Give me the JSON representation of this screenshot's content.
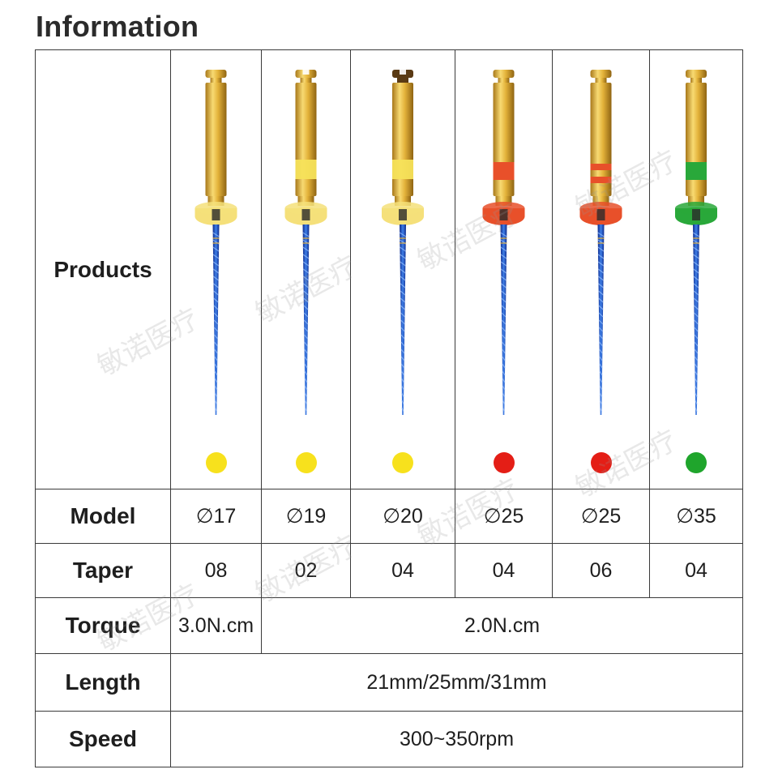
{
  "title": "Information",
  "labels": {
    "products": "Products",
    "model": "Model",
    "taper": "Taper",
    "torque": "Torque",
    "length": "Length",
    "speed": "Speed"
  },
  "products": [
    {
      "model": "∅17",
      "taper": "08",
      "band_color": "#f5e07a",
      "band_style": "none",
      "dot_color": "#f7e11d",
      "head_style": "gold-cap"
    },
    {
      "model": "∅19",
      "taper": "02",
      "band_color": "#f5e07a",
      "band_style": "yellow",
      "dot_color": "#f7e11d",
      "head_style": "gold-notch"
    },
    {
      "model": "∅20",
      "taper": "04",
      "band_color": "#f5e07a",
      "band_style": "yellow",
      "dot_color": "#f7e11d",
      "head_style": "dark-notch"
    },
    {
      "model": "∅25",
      "taper": "04",
      "band_color": "#e8502a",
      "band_style": "red",
      "dot_color": "#e41e16",
      "head_style": "gold-cap"
    },
    {
      "model": "∅25",
      "taper": "06",
      "band_color": "#e8502a",
      "band_style": "double-red",
      "dot_color": "#e41e16",
      "head_style": "gold-cap"
    },
    {
      "model": "∅35",
      "taper": "04",
      "band_color": "#29a83a",
      "band_style": "green",
      "dot_color": "#1fa52c",
      "head_style": "gold-cap"
    }
  ],
  "torque": {
    "first": "3.0N.cm",
    "rest": "2.0N.cm"
  },
  "length": "21mm/25mm/31mm",
  "speed": "300~350rpm",
  "watermark": "敏诺医疗"
}
